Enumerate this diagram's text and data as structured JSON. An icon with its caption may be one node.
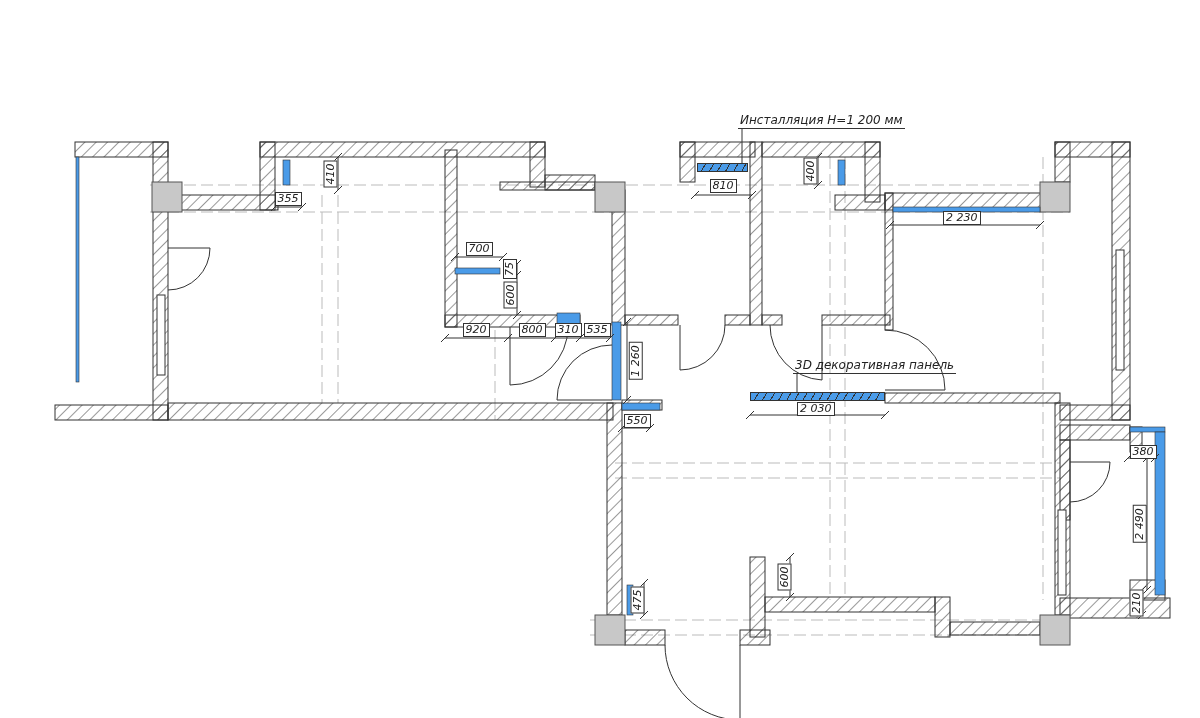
{
  "diagram": {
    "nodes": [
      {
        "text": [
          "Инсталляция H=1 200 мм"
        ]
      },
      {
        "text": [],
        "shape": "bar"
      },
      {
        "text": [
          "3D декоративная панель"
        ]
      },
      {
        "text": [],
        "shape": "bar"
      }
    ],
    "edges": [
      {
        "from": 0,
        "to": 1,
        "arrow": "none"
      },
      {
        "from": 2,
        "to": 3,
        "arrow": "none"
      }
    ],
    "labels": [
      "410",
      "400",
      "810",
      "355",
      "2 230",
      "700",
      "75",
      "600",
      "920",
      "800",
      "310",
      "535",
      "1 260",
      "2 030",
      "550",
      "380",
      "2 490",
      "600",
      "475",
      "210"
    ]
  }
}
